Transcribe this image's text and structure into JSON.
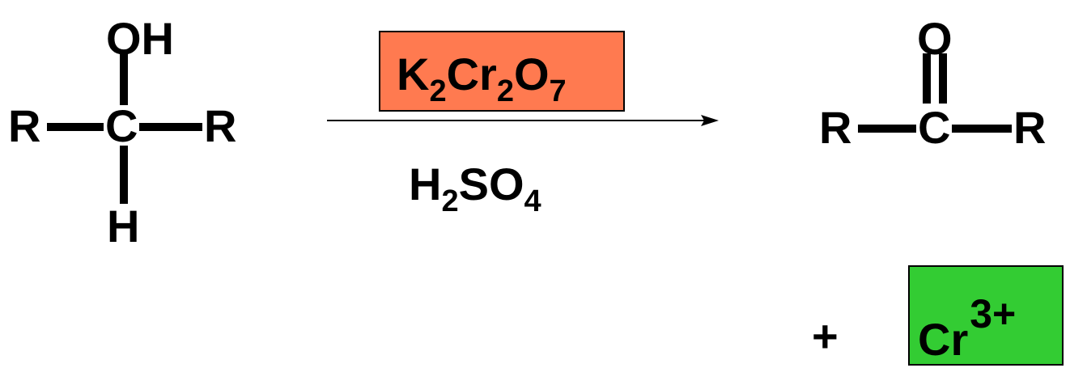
{
  "reactant": {
    "top": "OH",
    "left": "R",
    "center": "C",
    "right": "R",
    "bottom": "H"
  },
  "reagent": {
    "k": "K",
    "k_sub": "2",
    "cr": "Cr",
    "cr_sub": "2",
    "o": "O",
    "o_sub": "7",
    "box_color": "#ff7a50"
  },
  "conditions": {
    "h": "H",
    "h_sub": "2",
    "so": "SO",
    "so_sub": "4"
  },
  "product": {
    "top": "O",
    "left": "R",
    "center": "C",
    "right": "R"
  },
  "byproduct": {
    "plus": "+",
    "symbol": "Cr",
    "charge": "3+",
    "box_color": "#33cc33"
  }
}
